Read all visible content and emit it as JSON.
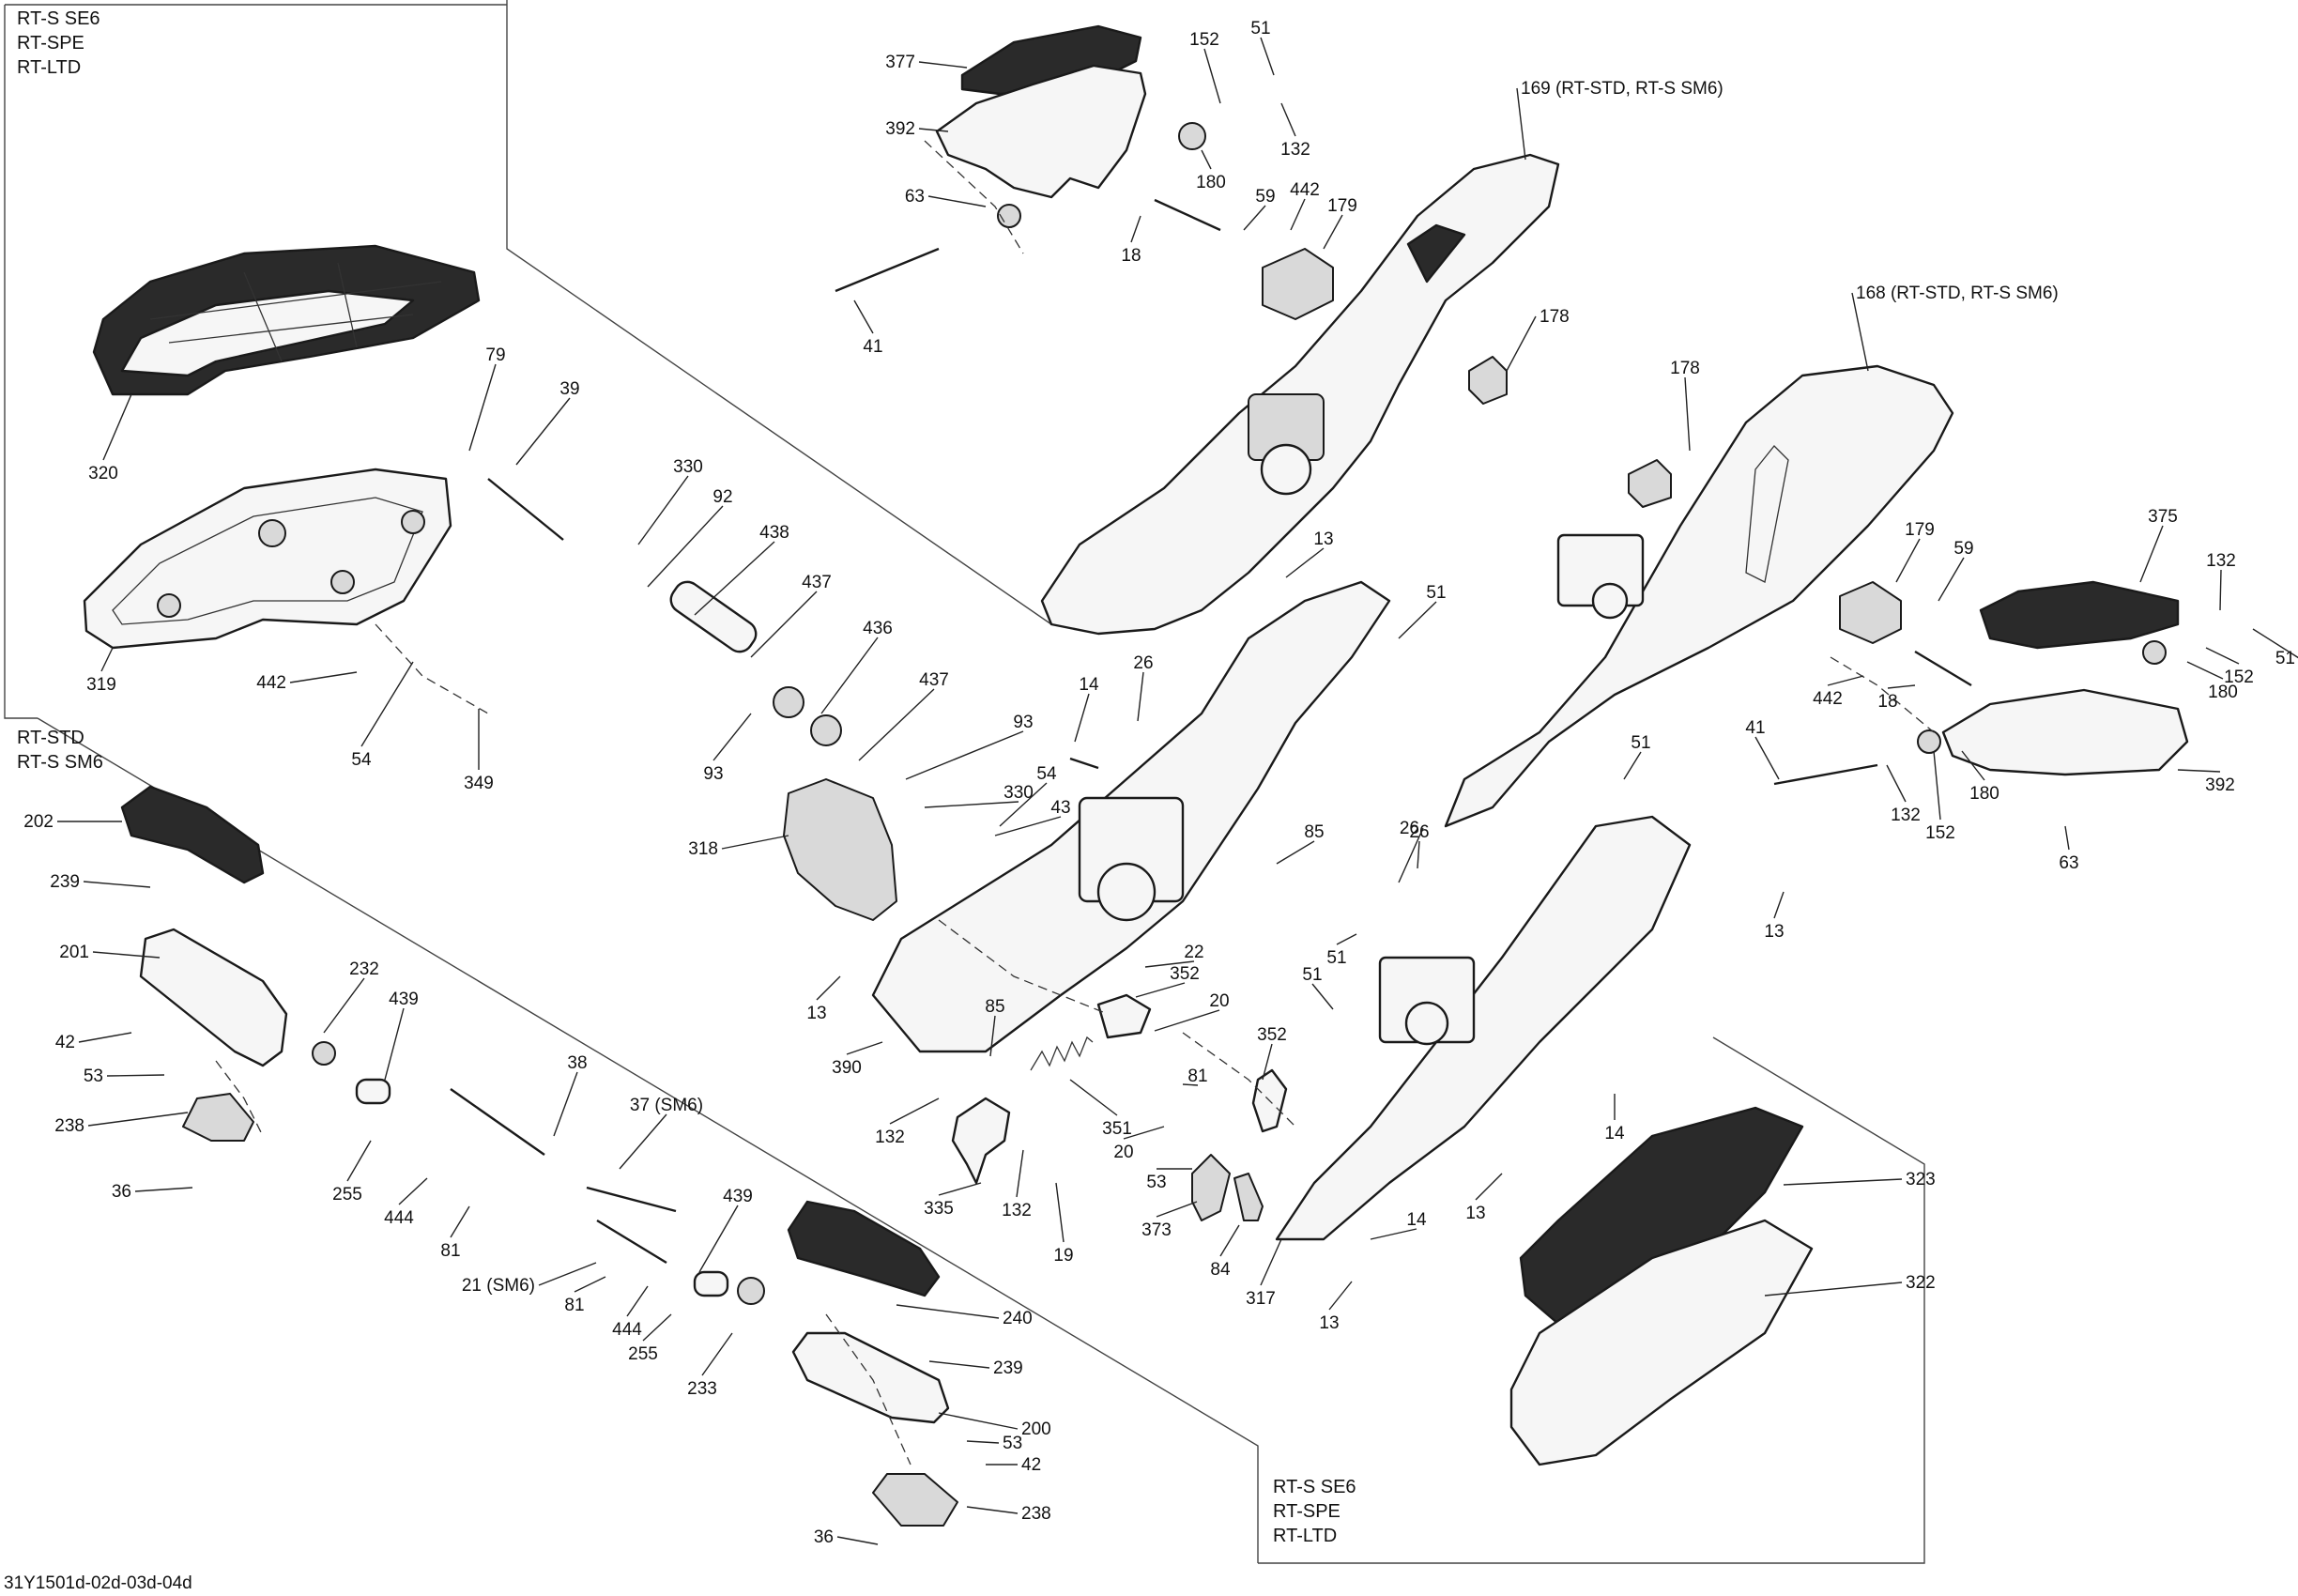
{
  "diagram_code": "31Y1501d-02d-03d-04d",
  "variant_blocks": {
    "top_left": [
      "RT-S SE6",
      "RT-SPE",
      "RT-LTD"
    ],
    "mid_left": [
      "RT-STD",
      "RT-S SM6"
    ],
    "bottom_right": [
      "RT-S SE6",
      "RT-SPE",
      "RT-LTD"
    ]
  },
  "callouts": [
    "377",
    "392",
    "63",
    "180",
    "152",
    "51",
    "132",
    "41",
    "18",
    "59",
    "442",
    "179",
    "169 (RT-STD, RT-S SM6)",
    "178",
    "168 (RT-STD, RT-S SM6)",
    "320",
    "79",
    "39",
    "330",
    "92",
    "438",
    "437",
    "436",
    "319",
    "442",
    "54",
    "349",
    "93",
    "437",
    "93",
    "330",
    "54",
    "43",
    "318",
    "14",
    "26",
    "51",
    "85",
    "13",
    "13",
    "22",
    "352",
    "20",
    "81",
    "390",
    "85",
    "351",
    "132",
    "335",
    "132",
    "19",
    "20",
    "53",
    "373",
    "84",
    "352",
    "51",
    "26",
    "51",
    "26",
    "317",
    "14",
    "13",
    "13",
    "14",
    "323",
    "322",
    "179",
    "59",
    "178",
    "375",
    "132",
    "51",
    "152",
    "180",
    "442",
    "18",
    "41",
    "132",
    "152",
    "180",
    "392",
    "63",
    "51",
    "13",
    "202",
    "239",
    "201",
    "42",
    "53",
    "232",
    "439",
    "238",
    "36",
    "255",
    "444",
    "81",
    "38",
    "37 (SM6)",
    "439",
    "21 (SM6)",
    "81",
    "444",
    "255",
    "233",
    "240",
    "239",
    "200",
    "53",
    "42",
    "238",
    "36"
  ]
}
